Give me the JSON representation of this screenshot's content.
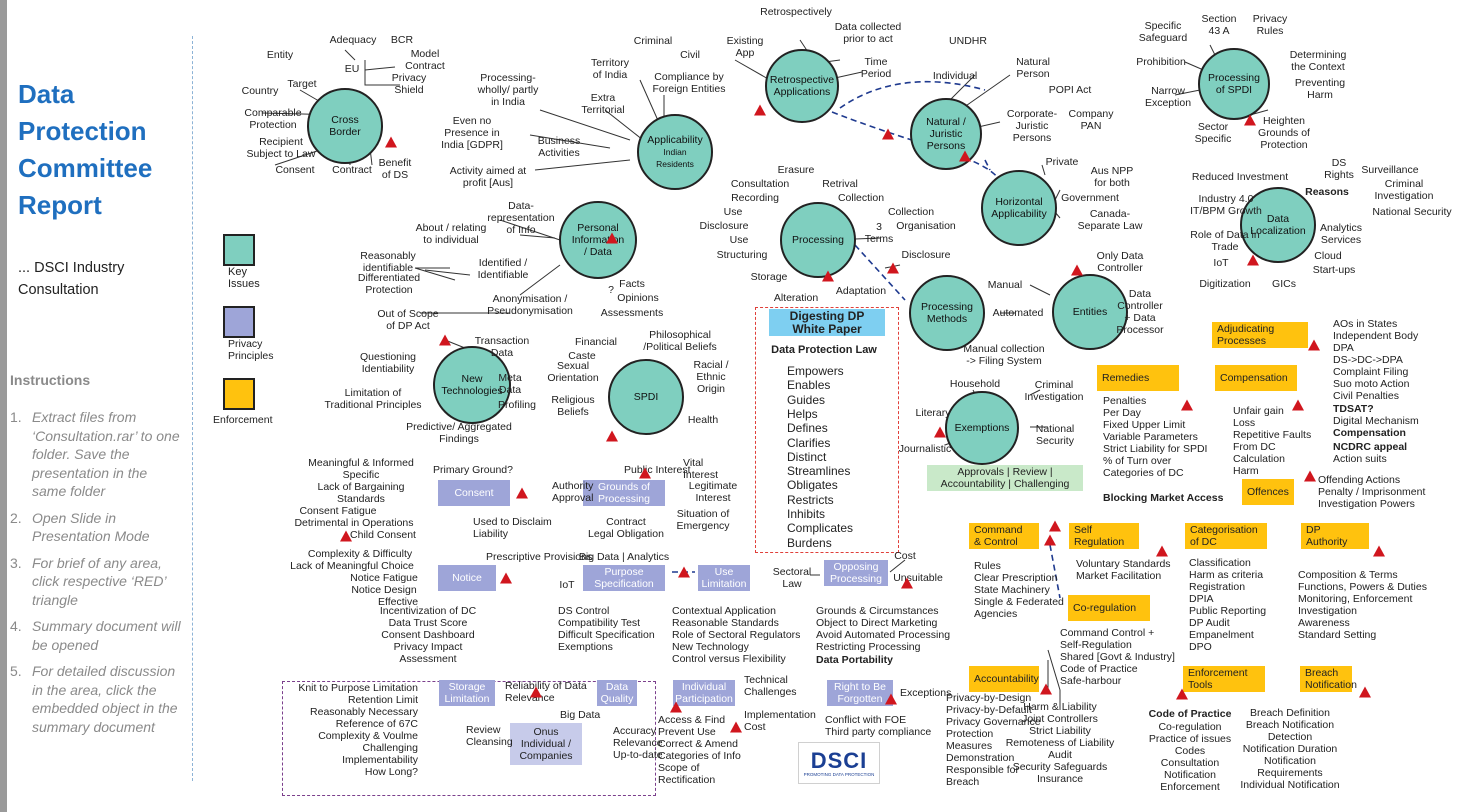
{
  "title": "Data\nProtection\nCommittee\nReport",
  "subtitle": "... DSCI Industry Consultation",
  "instructions_heading": "Instructions",
  "instructions": [
    {
      "num": "1.",
      "text": "Extract files from ‘Consultation.rar’ to one folder. Save the presentation in the same folder"
    },
    {
      "num": "2.",
      "text": "Open Slide in Presentation Mode"
    },
    {
      "num": "3.",
      "text": "For brief of any area, click respective ‘RED’ triangle"
    },
    {
      "num": "4.",
      "text": "Summary document will be opened"
    },
    {
      "num": "5.",
      "text": "For detailed discussion in the area, click the embedded object in the summary document"
    }
  ],
  "legend": [
    {
      "label": "Key\nIssues",
      "color": "#7fcfbf"
    },
    {
      "label": "Privacy\nPrinciples",
      "color": "#9ea5d8"
    },
    {
      "label": "Enforcement",
      "color": "#ffc20e"
    }
  ],
  "logo": {
    "text": "DSCI",
    "tagline": "PROMOTING DATA PROTECTION"
  },
  "colors": {
    "key_issue": "#7fcfbf",
    "privacy_principle": "#9ea5d8",
    "enforcement": "#ffc20e",
    "triangle": "#d0161e",
    "title": "#1f6fbf",
    "white_paper": "#7ecff1",
    "approvals": "#c9e9c9"
  },
  "white_paper": {
    "title": "Digesting DP\nWhite Paper",
    "heading": "Data Protection Law",
    "items": [
      "Empowers",
      "Enables",
      "Guides",
      "Helps",
      "Defines",
      "Clarifies",
      "Distinct",
      "Streamlines",
      "Obligates",
      "Restricts",
      "Inhibits",
      "Complicates",
      "Burdens"
    ]
  },
  "approvals": "Approvals | Review |\nAccountability | Challenging",
  "onus": "Onus\nIndividual /\nCompanies",
  "key_issues": [
    {
      "label": "Cross\nBorder"
    },
    {
      "label": "Applicability",
      "sub": "Indian\nResidents"
    },
    {
      "label": "Retrospective\nApplications"
    },
    {
      "label": "Natural /\nJuristic\nPersons"
    },
    {
      "label": "Horizontal\nApplicability"
    },
    {
      "label": "Processing\nof SPDI"
    },
    {
      "label": "Data\nLocalization"
    },
    {
      "label": "Personal\nInformation\n/ Data"
    },
    {
      "label": "Processing"
    },
    {
      "label": "Processing\nMethods"
    },
    {
      "label": "Entities"
    },
    {
      "label": "New\nTechnologies"
    },
    {
      "label": "SPDI"
    },
    {
      "label": "Exemptions"
    }
  ],
  "privacy_principles": [
    {
      "label": "Consent"
    },
    {
      "label": "Grounds of\nProcessing"
    },
    {
      "label": "Notice"
    },
    {
      "label": "Purpose\nSpecification"
    },
    {
      "label": "Use\nLimitation"
    },
    {
      "label": "Opposing\nProcessing"
    },
    {
      "label": "Storage\nLimitation"
    },
    {
      "label": "Data\nQuality"
    },
    {
      "label": "Individual\nParticipation"
    },
    {
      "label": "Right to Be\nForgotten"
    }
  ],
  "enforcement": [
    {
      "label": "Adjudicating\nProcesses"
    },
    {
      "label": "Remedies"
    },
    {
      "label": "Compensation"
    },
    {
      "label": "Offences"
    },
    {
      "label": "Command\n& Control"
    },
    {
      "label": "Self\nRegulation"
    },
    {
      "label": "Co-regulation"
    },
    {
      "label": "Categorisation\nof DC"
    },
    {
      "label": "DP\nAuthority"
    },
    {
      "label": "Accountability"
    },
    {
      "label": "Enforcement\nTools"
    },
    {
      "label": "Breach\nNotification"
    }
  ],
  "texts": [
    {
      "t": "Adequacy"
    },
    {
      "t": "BCR"
    },
    {
      "t": "Entity"
    },
    {
      "t": "Model\nContract"
    },
    {
      "t": "EU"
    },
    {
      "t": "Privacy\nShield"
    },
    {
      "t": "Country"
    },
    {
      "t": "Target"
    },
    {
      "t": "Comparable\nProtection"
    },
    {
      "t": "Recipient\nSubject to Law"
    },
    {
      "t": "Consent"
    },
    {
      "t": "Contract"
    },
    {
      "t": "Benefit\nof DS"
    },
    {
      "t": "Criminal"
    },
    {
      "t": "Territory\nof India"
    },
    {
      "t": "Civil"
    },
    {
      "t": "Existing\nApp"
    },
    {
      "t": "Compliance by\nForeign Entities"
    },
    {
      "t": "Processing-\nwholly/ partly\nin India"
    },
    {
      "t": "Extra\nTerritorial"
    },
    {
      "t": "Even no\nPresence in\nIndia [GDPR]"
    },
    {
      "t": "Business\nActivities"
    },
    {
      "t": "Activity aimed at\nprofit [Aus]"
    },
    {
      "t": "Retrospectively"
    },
    {
      "t": "Data collected\nprior to act"
    },
    {
      "t": "Time\nPeriod"
    },
    {
      "t": "UNDHR"
    },
    {
      "t": "Individual"
    },
    {
      "t": "Natural\nPerson"
    },
    {
      "t": "POPI Act"
    },
    {
      "t": "Corporate-\nJuristic\nPersons"
    },
    {
      "t": "Company\nPAN"
    },
    {
      "t": "Private"
    },
    {
      "t": "Aus NPP\nfor both"
    },
    {
      "t": "Government"
    },
    {
      "t": "Canada-\nSeparate Law"
    },
    {
      "t": "Specific\nSafeguard"
    },
    {
      "t": "Section\n43 A"
    },
    {
      "t": "Privacy\nRules"
    },
    {
      "t": "Prohibition"
    },
    {
      "t": "Determining\nthe Context"
    },
    {
      "t": "Narrow\nException"
    },
    {
      "t": "Preventing\nHarm"
    },
    {
      "t": "Sector\nSpecific"
    },
    {
      "t": "Heighten\nGrounds of\nProtection"
    },
    {
      "t": "DS\nRights"
    },
    {
      "t": "Surveillance"
    },
    {
      "t": "Reduced Investment"
    },
    {
      "t": "Reasons",
      "b": true
    },
    {
      "t": "Criminal\nInvestigation"
    },
    {
      "t": "Industry 4.0\nIT/BPM Growth"
    },
    {
      "t": "National Security"
    },
    {
      "t": "Analytics\nServices"
    },
    {
      "t": "Role of Data in\nTrade"
    },
    {
      "t": "Cloud"
    },
    {
      "t": "IoT"
    },
    {
      "t": "Start-ups"
    },
    {
      "t": "Digitization"
    },
    {
      "t": "GICs"
    },
    {
      "t": "Data-\nrepresentation\nof Info"
    },
    {
      "t": "About / relating\nto individual"
    },
    {
      "t": "Reasonably\nidentifiable"
    },
    {
      "t": "Identified /\nIdentifiable"
    },
    {
      "t": "Differentiated\nProtection"
    },
    {
      "t": "?"
    },
    {
      "t": "Facts"
    },
    {
      "t": "Opinions"
    },
    {
      "t": "Assessments"
    },
    {
      "t": "Anonymisation /\nPseudonymisation"
    },
    {
      "t": "Erasure"
    },
    {
      "t": "Consultation"
    },
    {
      "t": "Retrival"
    },
    {
      "t": "Recording"
    },
    {
      "t": "Collection"
    },
    {
      "t": "Use"
    },
    {
      "t": "Collection"
    },
    {
      "t": "Disclosure"
    },
    {
      "t": "Organisation"
    },
    {
      "t": "Use"
    },
    {
      "t": "3\nTerms"
    },
    {
      "t": "Structuring"
    },
    {
      "t": "Disclosure"
    },
    {
      "t": "Storage"
    },
    {
      "t": "Adaptation"
    },
    {
      "t": "Alteration"
    },
    {
      "t": "Only Data\nController"
    },
    {
      "t": "Manual"
    },
    {
      "t": "Automated"
    },
    {
      "t": "Data\nController\n+ Data\nProcessor"
    },
    {
      "t": "Manual collection\n-> Filing System"
    },
    {
      "t": "Out of Scope\nof DP Act"
    },
    {
      "t": "Transaction\nData"
    },
    {
      "t": "Questioning\nIdentiability"
    },
    {
      "t": "Meta\nData"
    },
    {
      "t": "Limitation of\nTraditional Principles"
    },
    {
      "t": "Profiling"
    },
    {
      "t": "Predictive/ Aggregated\nFindings"
    },
    {
      "t": "Financial"
    },
    {
      "t": "Philosophical\n/Political Beliefs"
    },
    {
      "t": "Caste"
    },
    {
      "t": "Sexual\nOrientation"
    },
    {
      "t": "Racial /\nEthnic\nOrigin"
    },
    {
      "t": "Religious\nBeliefs"
    },
    {
      "t": "Health"
    },
    {
      "t": "Household"
    },
    {
      "t": "Criminal\nInvestigation"
    },
    {
      "t": "Literary"
    },
    {
      "t": "Journalistic"
    },
    {
      "t": "National\nSecurity"
    },
    {
      "t": "Meaningful & Informed\nSpecific"
    },
    {
      "t": "Lack of Bargaining\nStandards"
    },
    {
      "t": "Consent Fatigue"
    },
    {
      "t": "Detrimental in Operations"
    },
    {
      "t": "Child Consent"
    },
    {
      "t": "Complexity & Difficulty"
    },
    {
      "t": "Lack of Meaningful Choice"
    },
    {
      "t": "Notice Fatigue"
    },
    {
      "t": "Notice Design"
    },
    {
      "t": "Effective"
    },
    {
      "t": "Primary Ground?"
    },
    {
      "t": "Authority\nApproval"
    },
    {
      "t": "Used to Disclaim\nLiability"
    },
    {
      "t": "Prescriptive Provisions"
    },
    {
      "t": "Public Interest"
    },
    {
      "t": "Vital\nInterest"
    },
    {
      "t": "Legitimate\nInterest"
    },
    {
      "t": "Situation of\nEmergency"
    },
    {
      "t": "Contract\nLegal Obligation"
    },
    {
      "t": "Big Data | Analytics"
    },
    {
      "t": "IoT"
    },
    {
      "t": "Sectoral\nLaw"
    },
    {
      "t": "Cost"
    },
    {
      "t": "Unsuitable"
    },
    {
      "t": "Incentivization of DC\nData Trust Score\nConsent Dashboard\nPrivacy Impact\nAssessment"
    },
    {
      "t": "DS Control\nCompatibility Test\nDifficult Specification\nExemptions"
    },
    {
      "t": "Contextual Application\nReasonable Standards\nRole of Sectoral Regulators\nNew Technology\nControl versus Flexibility"
    },
    {
      "t": "Grounds & Circumstances\nObject to Direct Marketing\nAvoid Automated Processing\nRestricting Processing"
    },
    {
      "t": "Data Portability",
      "b": true
    },
    {
      "t": "Knit to Purpose Limitation\nRetention Limit\nReasonably Necessary\nReference of 67C\nComplexity & Voulme\nChallenging\nImplementability\nHow Long?"
    },
    {
      "t": "Reliability of Data\nRelevance"
    },
    {
      "t": "Big Data"
    },
    {
      "t": "Review\nCleansing"
    },
    {
      "t": "Accuracy\nRelevance\nUp-to-date"
    },
    {
      "t": "Technical\nChallenges"
    },
    {
      "t": "Implementation\nCost"
    },
    {
      "t": "Access & Find\nPrevent Use\nCorrect & Amend\nCategories of Info\nScope of\nRectification"
    },
    {
      "t": "Exceptions"
    },
    {
      "t": "Conflict with FOE\nThird party compliance"
    },
    {
      "t": "AOs in States\nIndependent Body\nDPA\nDS->DC->DPA\nComplaint Filing\nSuo moto Action\nCivil Penalties"
    },
    {
      "t": "TDSAT?",
      "b": true
    },
    {
      "t": "Digital Mechanism"
    },
    {
      "t": "Compensation",
      "b": true
    },
    {
      "t": "NCDRC appeal",
      "b": true
    },
    {
      "t": "Action suits"
    },
    {
      "t": "Penalties\nPer Day\nFixed Upper Limit\nVariable Parameters\nStrict Liability for SPDI\n% of Turn over\nCategories of DC"
    },
    {
      "t": "Blocking Market Access",
      "b": true
    },
    {
      "t": "Unfair gain\nLoss\nRepetitive Faults\nFrom DC\nCalculation\nHarm"
    },
    {
      "t": "Offending Actions\nPenalty / Imprisonment\nInvestigation Powers"
    },
    {
      "t": "Rules\nClear Prescription\nState Machinery\nSingle & Federated\nAgencies"
    },
    {
      "t": "Voluntary Standards\nMarket Facilitation"
    },
    {
      "t": "Command Control +\nSelf-Regulation\nShared [Govt & Industry]\nCode of Practice\nSafe-harbour"
    },
    {
      "t": "Classification\nHarm as criteria\nRegistration\nDPIA\nPublic Reporting\nDP Audit\nEmpanelment\nDPO"
    },
    {
      "t": "Composition & Terms\nFunctions, Powers & Duties\nMonitoring, Enforcement\nInvestigation\nAwareness\nStandard Setting"
    },
    {
      "t": "Privacy-by-Design\nPrivacy-by-Default\nPrivacy Governance\nProtection\nMeasures\nDemonstration\nResponsible for\nBreach"
    },
    {
      "t": "Harm & Liability\nJoint Controllers\nStrict Liability\nRemoteness of Liability\nAudit\nSecurity Safeguards\nInsurance"
    },
    {
      "t": "Code of Practice",
      "b": true
    },
    {
      "t": "Co-regulation\nPractice of issues\nCodes\nConsultation\nNotification\nEnforcement"
    },
    {
      "t": "Breach Definition\nBreach Notification\nDetection\nNotification Duration\nNotification\nRequirements\nIndividual Notification"
    }
  ]
}
